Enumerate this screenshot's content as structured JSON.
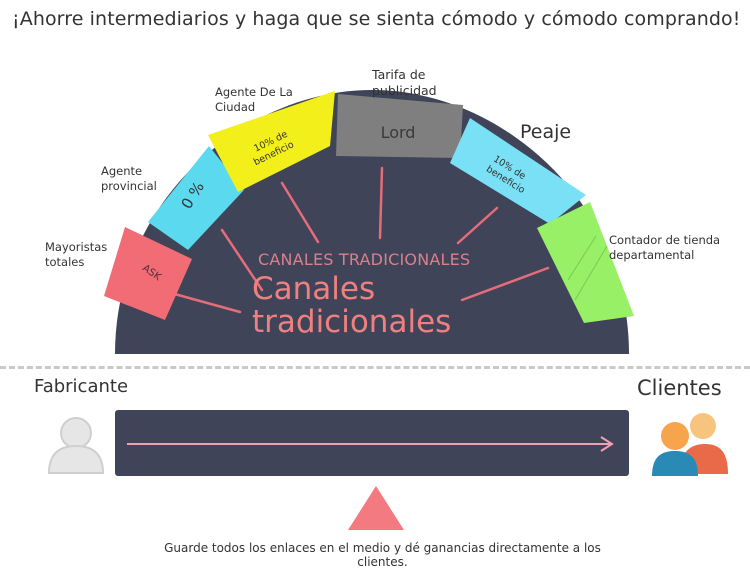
{
  "headline": "¡Ahorre intermediarios y haga que se sienta cómodo y cómodo comprando!",
  "diagram": {
    "center_small": "CANALES TRADICIONALES",
    "center_big_line1": "Canales",
    "center_big_line2": "tradicionales",
    "segments": [
      {
        "label_line1": "Mayoristas",
        "label_line2": "totales",
        "inner_text": "ASK",
        "color": "#f26c75"
      },
      {
        "label_line1": "Agente",
        "label_line2": "provincial",
        "inner_text": "0 %",
        "color": "#5ad9ef"
      },
      {
        "label_line1": "Agente De La",
        "label_line2": "Ciudad",
        "inner_text_line1": "10% de",
        "inner_text_line2": "beneficio",
        "color": "#f3ef1b"
      },
      {
        "label_line1": "Tarifa de",
        "label_line2": "publicidad",
        "inner_text": "Lord",
        "color": "#7f7f7f"
      },
      {
        "label_line1": "Peaje",
        "inner_text_line1": "10% de",
        "inner_text_line2": "beneficio",
        "color": "#79e0f5"
      },
      {
        "label_line1": "Contador de tienda",
        "label_line2": "departamental",
        "inner_text": "",
        "color": "#98f066"
      }
    ],
    "dome_color": "#3f4458",
    "spoke_color": "#e56c7a"
  },
  "flow": {
    "left_label": "Fabricante",
    "right_label": "Clientes",
    "arrow_color": "#f09fb4",
    "note": "Guarde todos los enlaces en el medio y dé ganancias directamente a los clientes.",
    "triangle_color": "#f27a80"
  }
}
